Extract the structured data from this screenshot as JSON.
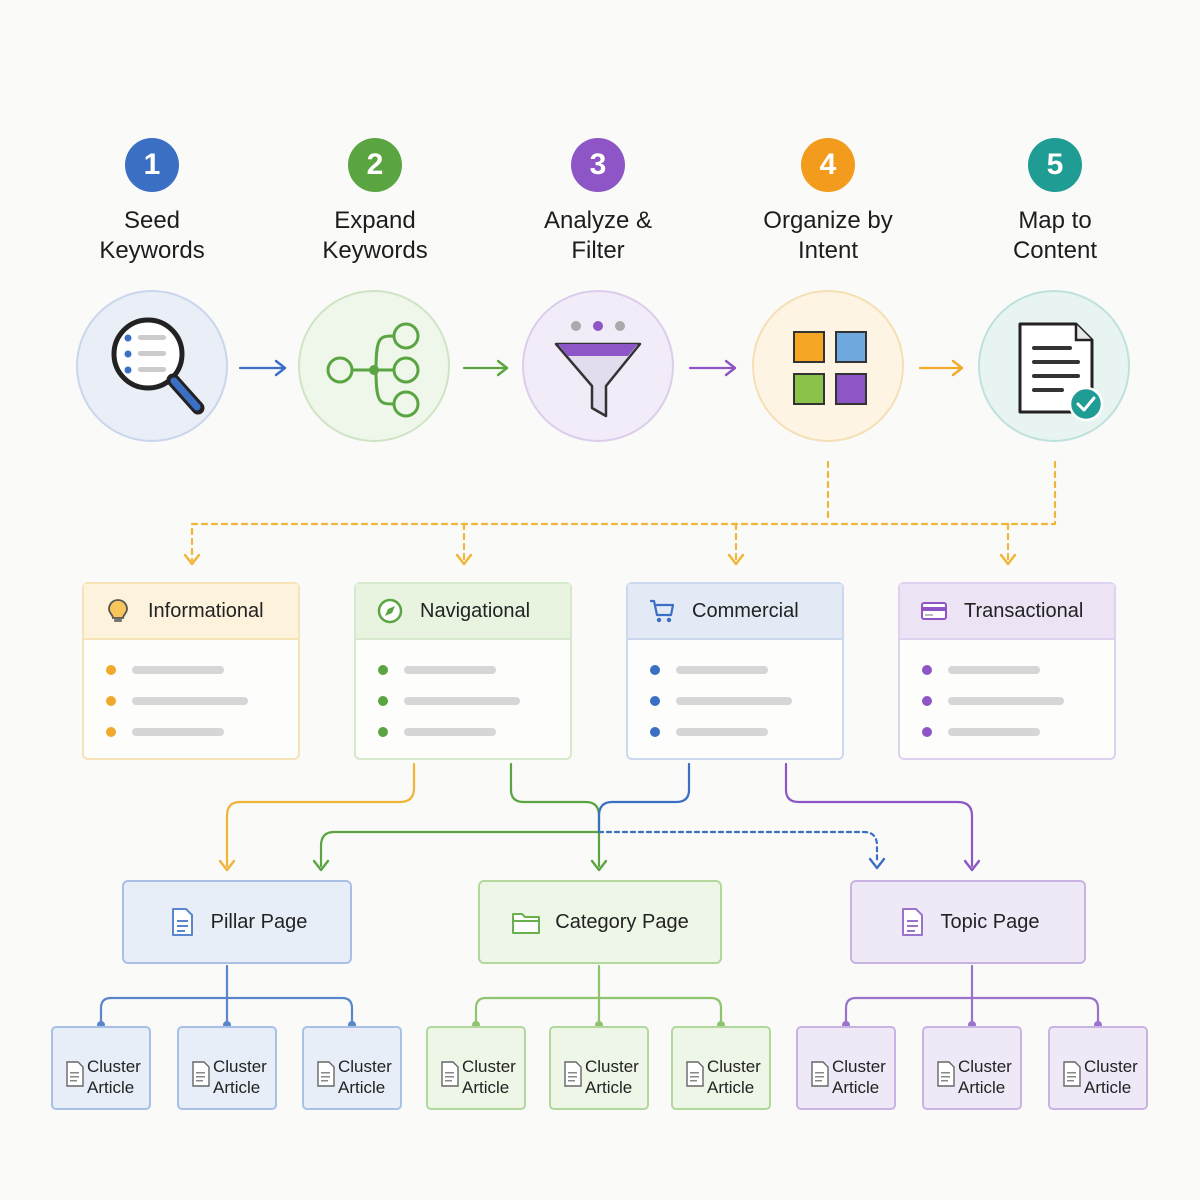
{
  "steps": [
    {
      "number": "1",
      "line1": "Seed",
      "line2": "Keywords",
      "color": "#3a6fc4",
      "icon": "search-list-icon"
    },
    {
      "number": "2",
      "line1": "Expand",
      "line2": "Keywords",
      "color": "#5aa542",
      "icon": "branch-nodes-icon"
    },
    {
      "number": "3",
      "line1": "Analyze &",
      "line2": "Filter",
      "color": "#8d55c6",
      "icon": "funnel-icon"
    },
    {
      "number": "4",
      "line1": "Organize by",
      "line2": "Intent",
      "color": "#f29b1d",
      "icon": "grid-squares-icon"
    },
    {
      "number": "5",
      "line1": "Map to",
      "line2": "Content",
      "color": "#1f9c94",
      "icon": "document-check-icon"
    }
  ],
  "intents": [
    {
      "label": "Informational",
      "icon": "lightbulb-icon",
      "color": "#f0a92a"
    },
    {
      "label": "Navigational",
      "icon": "compass-icon",
      "color": "#5aa542"
    },
    {
      "label": "Commercial",
      "icon": "shopping-cart-icon",
      "color": "#3a6fc4"
    },
    {
      "label": "Transactional",
      "icon": "credit-card-icon",
      "color": "#8d55c6"
    }
  ],
  "pages": [
    {
      "label": "Pillar Page",
      "icon": "document-icon",
      "color": "#5a86cc"
    },
    {
      "label": "Category Page",
      "icon": "folder-icon",
      "color": "#6bb04f"
    },
    {
      "label": "Topic Page",
      "icon": "document-icon",
      "color": "#9b72cc"
    }
  ],
  "clusters": {
    "line1": "Cluster",
    "line2": "Article"
  }
}
